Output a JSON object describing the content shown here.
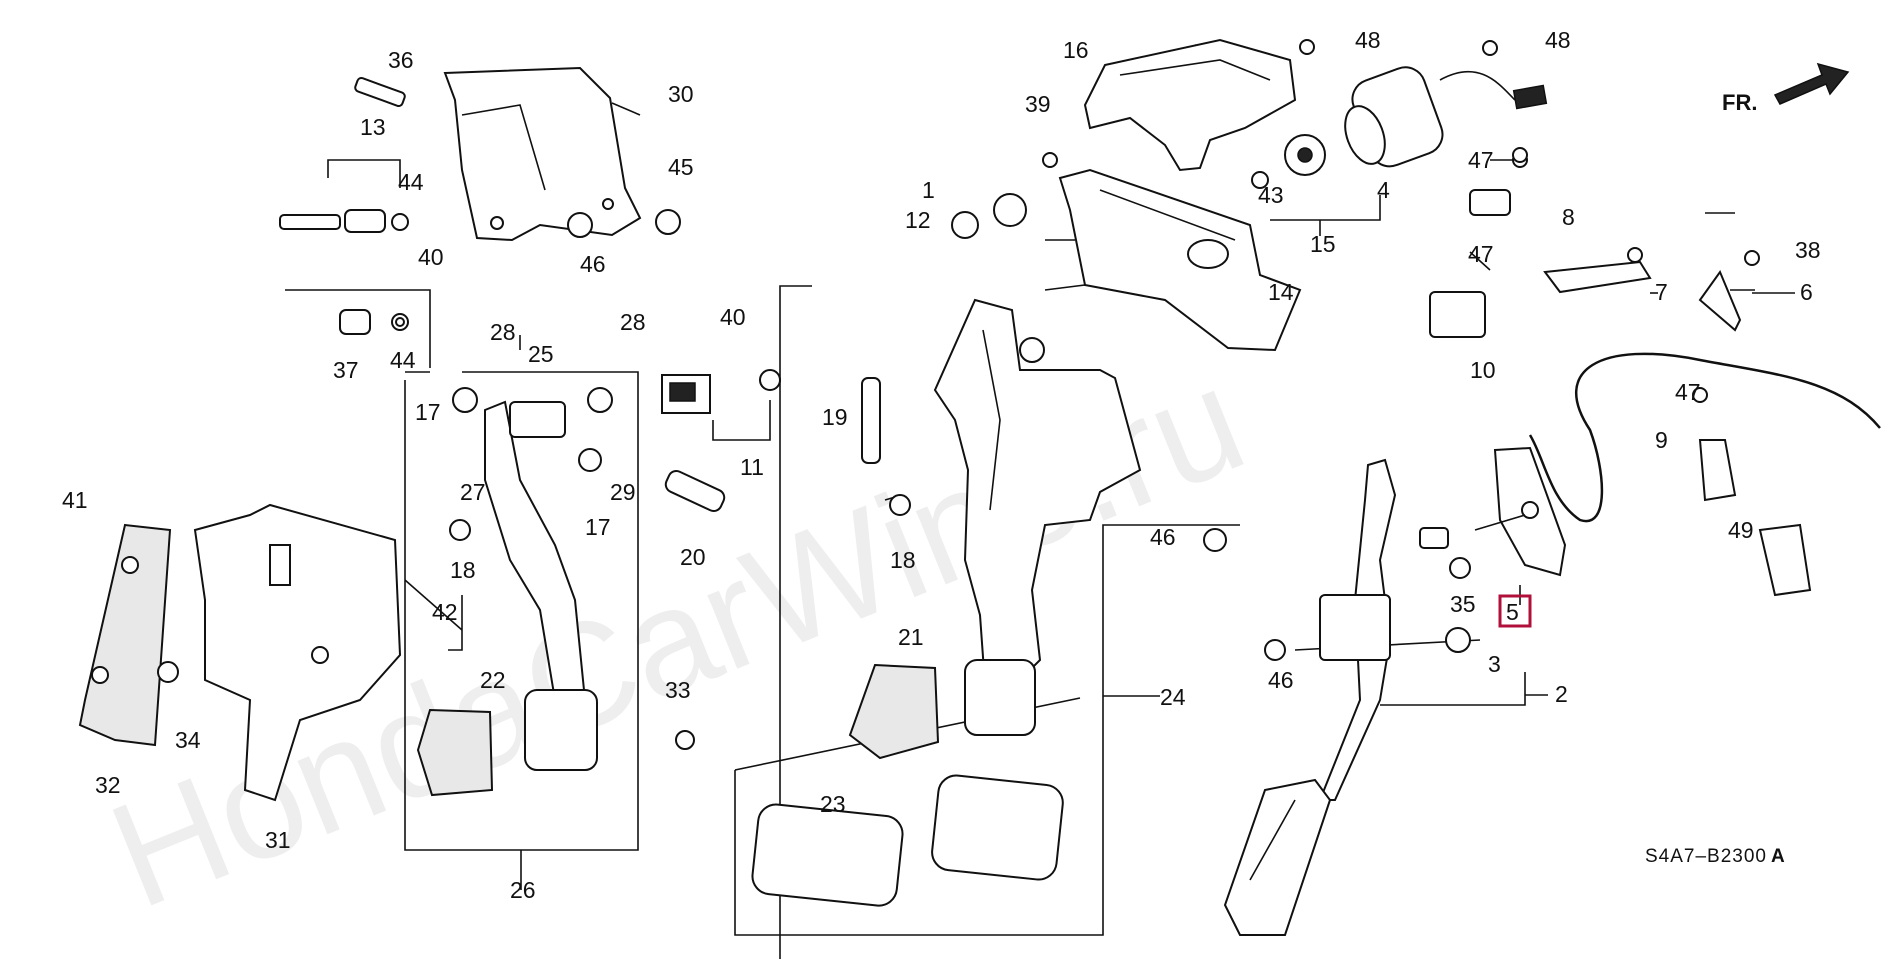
{
  "watermark": "HondaCarWine.ru",
  "diagram_code": "S4A7–B2300",
  "diagram_code_suffix": "A",
  "direction_label": "FR.",
  "highlighted_part": "5",
  "part_labels": [
    "1",
    "2",
    "3",
    "4",
    "5",
    "6",
    "7",
    "8",
    "9",
    "10",
    "11",
    "12",
    "13",
    "14",
    "15",
    "16",
    "17",
    "17",
    "18",
    "18",
    "19",
    "20",
    "21",
    "22",
    "23",
    "24",
    "25",
    "26",
    "27",
    "28",
    "28",
    "29",
    "30",
    "31",
    "32",
    "33",
    "34",
    "35",
    "36",
    "37",
    "38",
    "39",
    "40",
    "40",
    "41",
    "42",
    "43",
    "44",
    "44",
    "45",
    "46",
    "46",
    "46",
    "47",
    "47",
    "47",
    "48",
    "48",
    "49"
  ]
}
